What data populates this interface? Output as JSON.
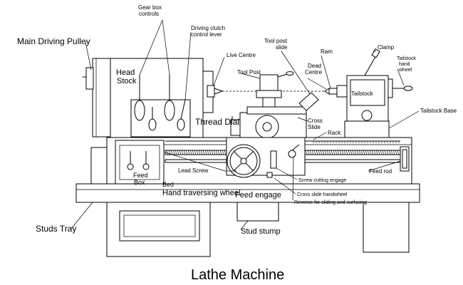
{
  "title": "Lathe Machine",
  "labels": {
    "main_driving_pulley": "Main Driving Pulley",
    "gear_box_controls_1": "Gear box",
    "gear_box_controls_2": "controls",
    "driving_clutch_1": "Driving clutch",
    "driving_clutch_2": "control lever",
    "live_centre": "Live Centre",
    "head_stock_1": "Head",
    "head_stock_2": "Stock",
    "tool_post": "Tool Post",
    "tool_post_slide_1": "Tool post",
    "tool_post_slide_2": "slide",
    "ram": "Ram",
    "dead_centre_1": "Dead",
    "dead_centre_2": "Centre",
    "clamp": "Clamp",
    "tailstock": "Tailstock",
    "tailstock_hand_wheel_1": "Tailstock",
    "tailstock_hand_wheel_2": "hand",
    "tailstock_hand_wheel_3": "wheel",
    "tailstock_base": "Tailstock Base",
    "thread_dial": "Thread Dial",
    "cross_slide_1": "Cross",
    "cross_slide_2": "Slide",
    "rack": "Rack",
    "feed_box_1": "Feed",
    "feed_box_2": "Box",
    "lead_screw": "Lead Screw",
    "bed": "Bed",
    "screw_cutting_engage": "Screw cutting engage",
    "feed_rod": "Feed rod",
    "hand_traversing_wheel": "Hand traversing wheel",
    "feed_engage": "Feed engage",
    "cross_slide_handwheel": "Cross slide handwheel",
    "reverse": "Reverse for sliding and surfacing",
    "studs_tray": "Studs Tray",
    "stud_stump": "Stud stump"
  }
}
